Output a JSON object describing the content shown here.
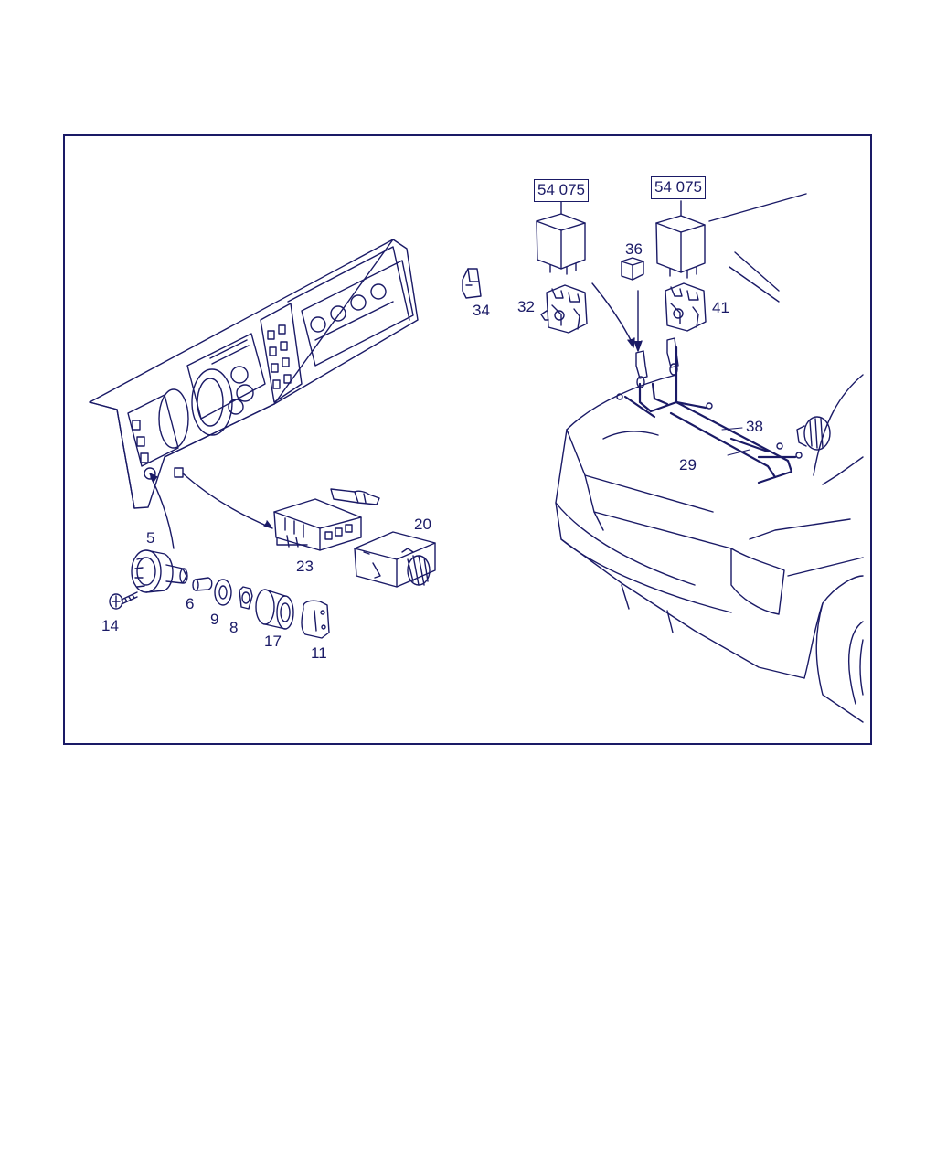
{
  "colors": {
    "ink": "#1a1a66",
    "background": "#ffffff"
  },
  "callouts": {
    "p5": "5",
    "p6": "6",
    "p8": "8",
    "p9": "9",
    "p11": "11",
    "p14": "14",
    "p17": "17",
    "p20": "20",
    "p23": "23",
    "p29": "29",
    "p32": "32",
    "p34": "34",
    "p36": "36",
    "p38": "38",
    "p41": "41"
  },
  "references": {
    "ref_left": "54 075",
    "ref_right": "54 075"
  }
}
